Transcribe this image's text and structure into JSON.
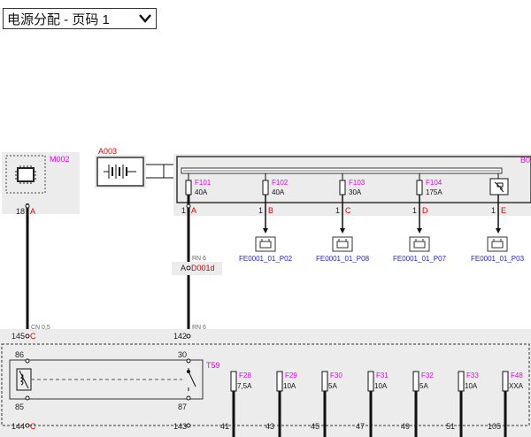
{
  "header": {
    "title": "电源分配 - 页码 1"
  },
  "components": {
    "m002": {
      "id": "M002",
      "pin_num": "18",
      "pin_letter": "A"
    },
    "a003": {
      "id": "A003"
    },
    "b0": {
      "id": "B0",
      "fuses": [
        {
          "id": "F101",
          "rating": "40A",
          "pin_num": "1",
          "pin_letter": "A"
        },
        {
          "id": "F102",
          "rating": "40A",
          "pin_num": "1",
          "pin_letter": "B",
          "ground": "FE0001_01_P02"
        },
        {
          "id": "F103",
          "rating": "30A",
          "pin_num": "1",
          "pin_letter": "C",
          "ground": "FE0001_01_P08"
        },
        {
          "id": "F104",
          "rating": "175A",
          "pin_num": "1",
          "pin_letter": "D",
          "ground": "FE0001_01_P07"
        },
        {
          "id": "",
          "rating": "",
          "pin_num": "1",
          "pin_letter": "E",
          "ground": "FE0001_01_P03"
        }
      ]
    },
    "splice": {
      "wire": "RN 6",
      "pin": "A",
      "id": "D001d"
    },
    "bottom_box": {
      "wire_left": "CN 0,5",
      "wire_right": "RN 6",
      "pin_left_top_num": "145",
      "pin_left_top_letter": "C",
      "pin_right_top": "142",
      "relay": {
        "id": "T59",
        "pins": [
          "86",
          "30",
          "85",
          "87"
        ]
      },
      "fuses": [
        {
          "id": "F28",
          "rating": "7,5A",
          "pin": "41"
        },
        {
          "id": "F29",
          "rating": "10A",
          "pin": "43"
        },
        {
          "id": "F30",
          "rating": "5A",
          "pin": "45"
        },
        {
          "id": "F31",
          "rating": "10A",
          "pin": "47"
        },
        {
          "id": "F32",
          "rating": "5A",
          "pin": "49"
        },
        {
          "id": "F33",
          "rating": "10A",
          "pin": "51"
        },
        {
          "id": "F48",
          "rating": "XXA",
          "pin": "105"
        }
      ],
      "pin_left_bottom_num": "144",
      "pin_left_bottom_letter": "C",
      "pin_right_bottom": "143"
    }
  },
  "colors": {
    "id_label": "#e800e8",
    "pin_letter": "#e00000",
    "ground_label": "#1a1aff",
    "box_fill": "#ececec"
  }
}
